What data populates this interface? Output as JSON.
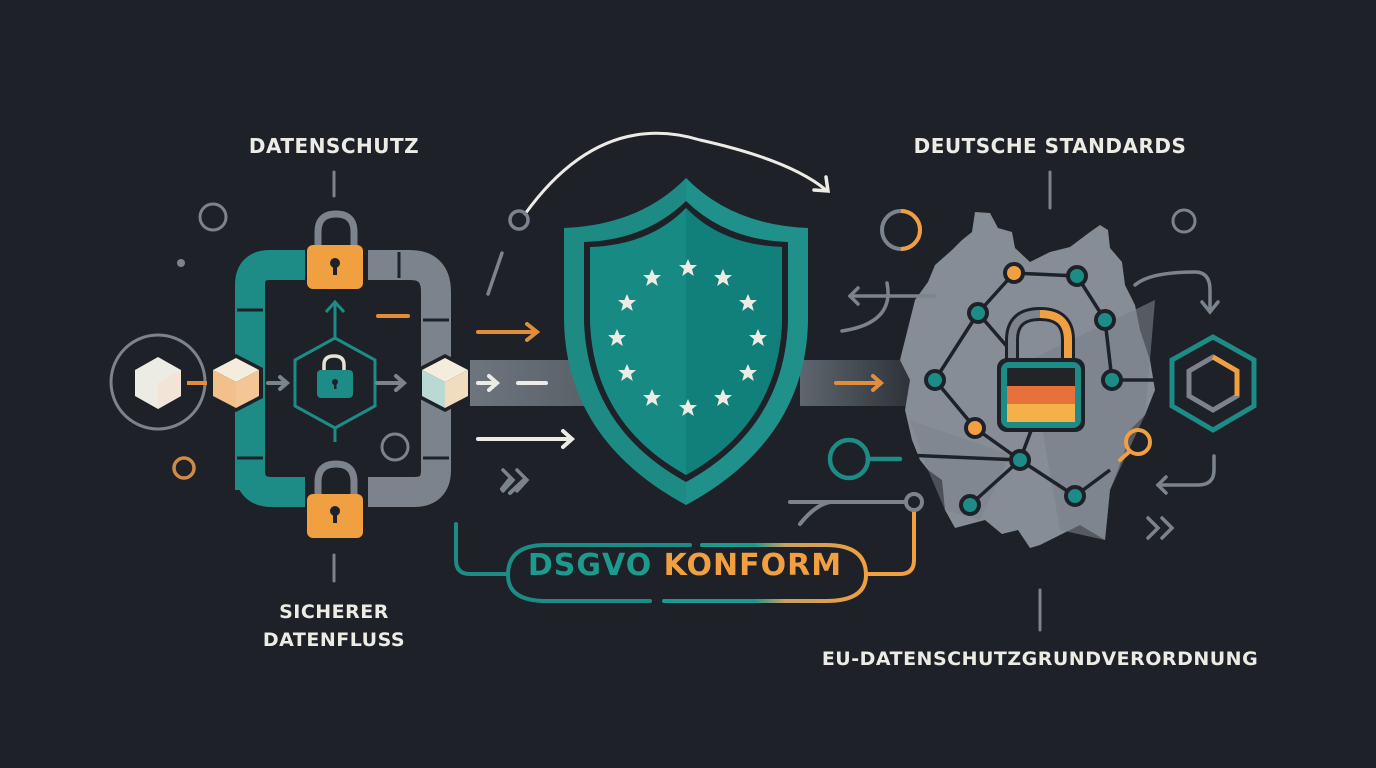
{
  "labels": {
    "top_left": "DATENSCHUTZ",
    "top_right": "DEUTSCHE STANDARDS",
    "bottom_left_line1": "SICHERER",
    "bottom_left_line2": "DATENFLUSS",
    "bottom_right": "EU-DATENSCHUTZGRUNDVERORDNUNG"
  },
  "badge": {
    "word1": "DSGVO",
    "word2": "KONFORM"
  },
  "shield": {
    "emblem": "eu-stars-circle",
    "star_count": 12
  },
  "icons": [
    "padlock-icon",
    "cube-icon",
    "hexagon-lock-icon",
    "shield-icon",
    "germany-map",
    "flag-padlock-icon",
    "magnifier-icon",
    "hexagon-icon"
  ],
  "colors": {
    "background": "#1e2128",
    "teal": "#1d8c86",
    "teal_light": "#2aa198",
    "orange": "#f0a040",
    "gray": "#7c838c",
    "map_gray": "#868d96",
    "cream": "#ecebe4",
    "flag_black": "#222222",
    "flag_red": "#e8703a",
    "flag_gold": "#f6b04a"
  }
}
